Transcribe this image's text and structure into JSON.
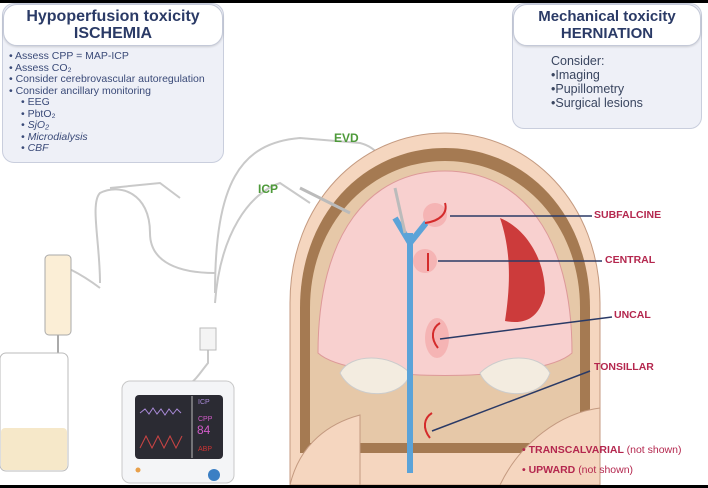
{
  "left_box": {
    "title": "Hypoperfusion toxicity",
    "subtitle": "ISCHEMIA",
    "items": [
      "Assess CPP = MAP-ICP",
      "Assess CO₂",
      "Consider cerebrovascular autoregulation",
      "Consider ancillary monitoring"
    ],
    "sub_items": [
      "EEG",
      "PbtO₂",
      "SjO₂",
      "Microdialysis",
      "CBF"
    ]
  },
  "right_box": {
    "title": "Mechanical toxicity",
    "subtitle": "HERNIATION",
    "lead": "Consider:",
    "items": [
      "Imaging",
      "Pupillometry",
      "Surgical lesions"
    ]
  },
  "devices": {
    "evd": "EVD",
    "icp": "ICP"
  },
  "monitor": {
    "icp": "ICP",
    "cpp": "CPP",
    "cpp_value": "84",
    "abp": "ABP"
  },
  "herniations": {
    "subfalcine": "SUBFALCINE",
    "central": "CENTRAL",
    "uncal": "UNCAL",
    "tonsillar": "TONSILLAR"
  },
  "notes": [
    {
      "name": "TRANSCALVARIAL",
      "suffix": "(not shown)"
    },
    {
      "name": "UPWARD",
      "suffix": "(not shown)"
    }
  ],
  "colors": {
    "accent_red": "#b4274e",
    "label_green": "#4e9a3a",
    "title_navy": "#2a3a66"
  }
}
